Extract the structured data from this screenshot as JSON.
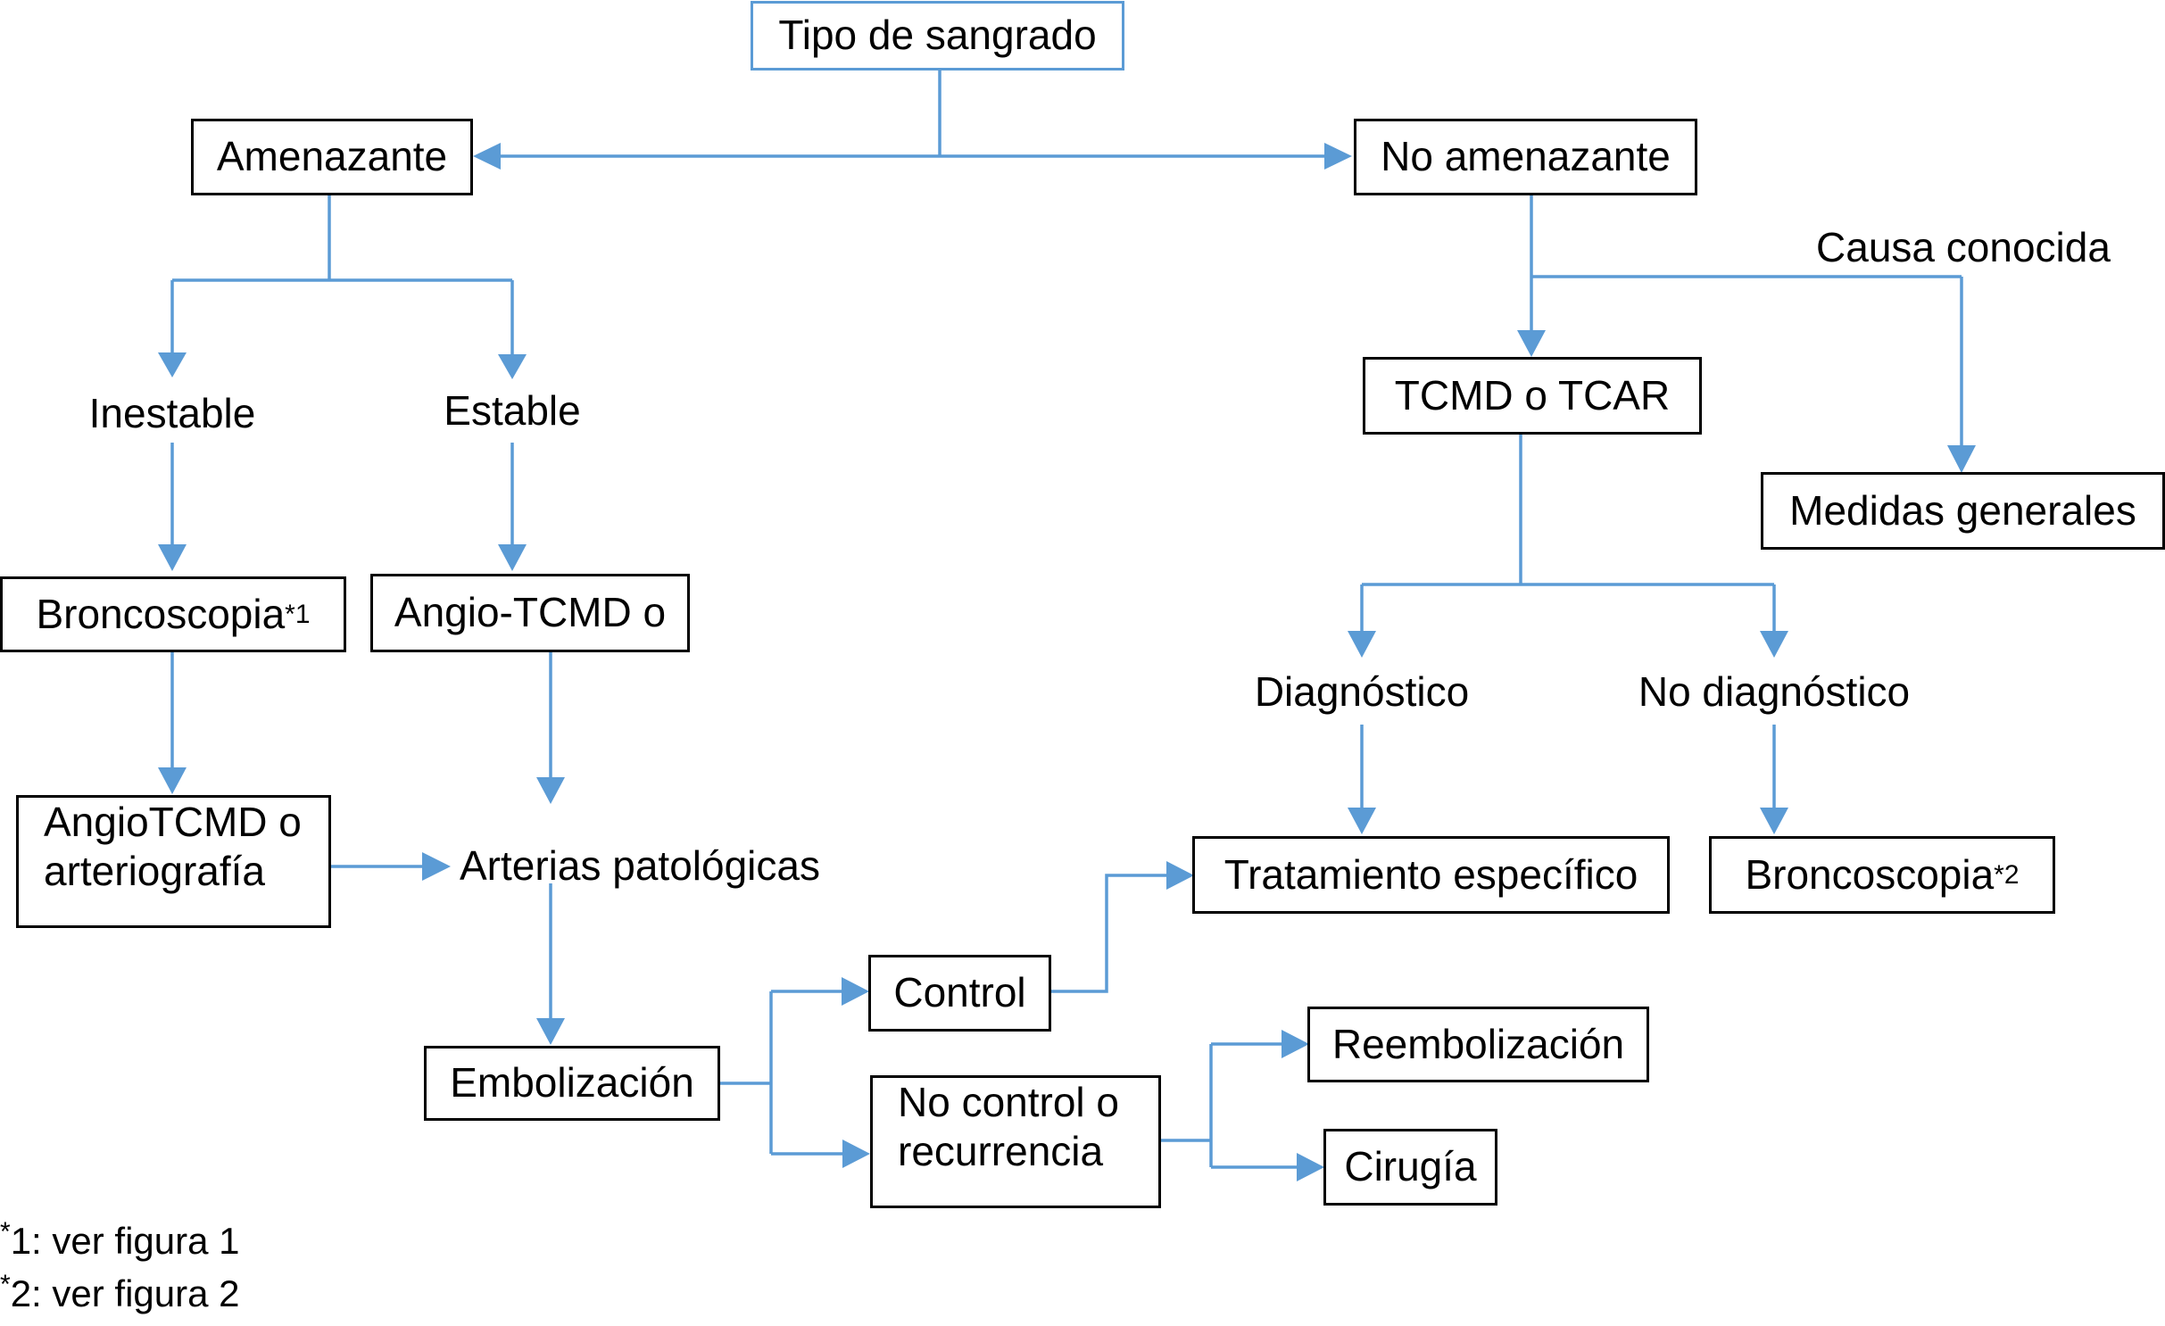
{
  "nodes": {
    "tipo": "Tipo de sangrado",
    "amenazante": "Amenazante",
    "no_amenazante": "No amenazante",
    "inestable": "Inestable",
    "estable": "Estable",
    "broncoscopia1": "Broncoscopia",
    "broncoscopia1_mark": "*1",
    "angio_tcmd_o": "Angio-TCMD o",
    "angiotcmd_arteriografia_1": "AngioTCMD o",
    "angiotcmd_arteriografia_2": "arteriografía",
    "arterias": "Arterias patológicas",
    "embolizacion": "Embolización",
    "control": "Control",
    "no_control_1": "No control o",
    "no_control_2": "recurrencia",
    "reembolizacion": "Reembolización",
    "cirugia": "Cirugía",
    "causa_conocida": "Causa conocida",
    "tcmd_tcar": "TCMD o TCAR",
    "medidas": "Medidas generales",
    "diagnostico": "Diagnóstico",
    "no_diagnostico": "No diagnóstico",
    "tratamiento": "Tratamiento específico",
    "broncoscopia2": "Broncoscopia",
    "broncoscopia2_mark": "*2"
  },
  "footnotes": [
    {
      "mark": "*",
      "text": "1: ver figura 1"
    },
    {
      "mark": "*",
      "text": "2: ver figura 2"
    }
  ],
  "colors": {
    "connector": "#5b9bd5",
    "border": "#000000",
    "root_border": "#5b9bd5"
  }
}
